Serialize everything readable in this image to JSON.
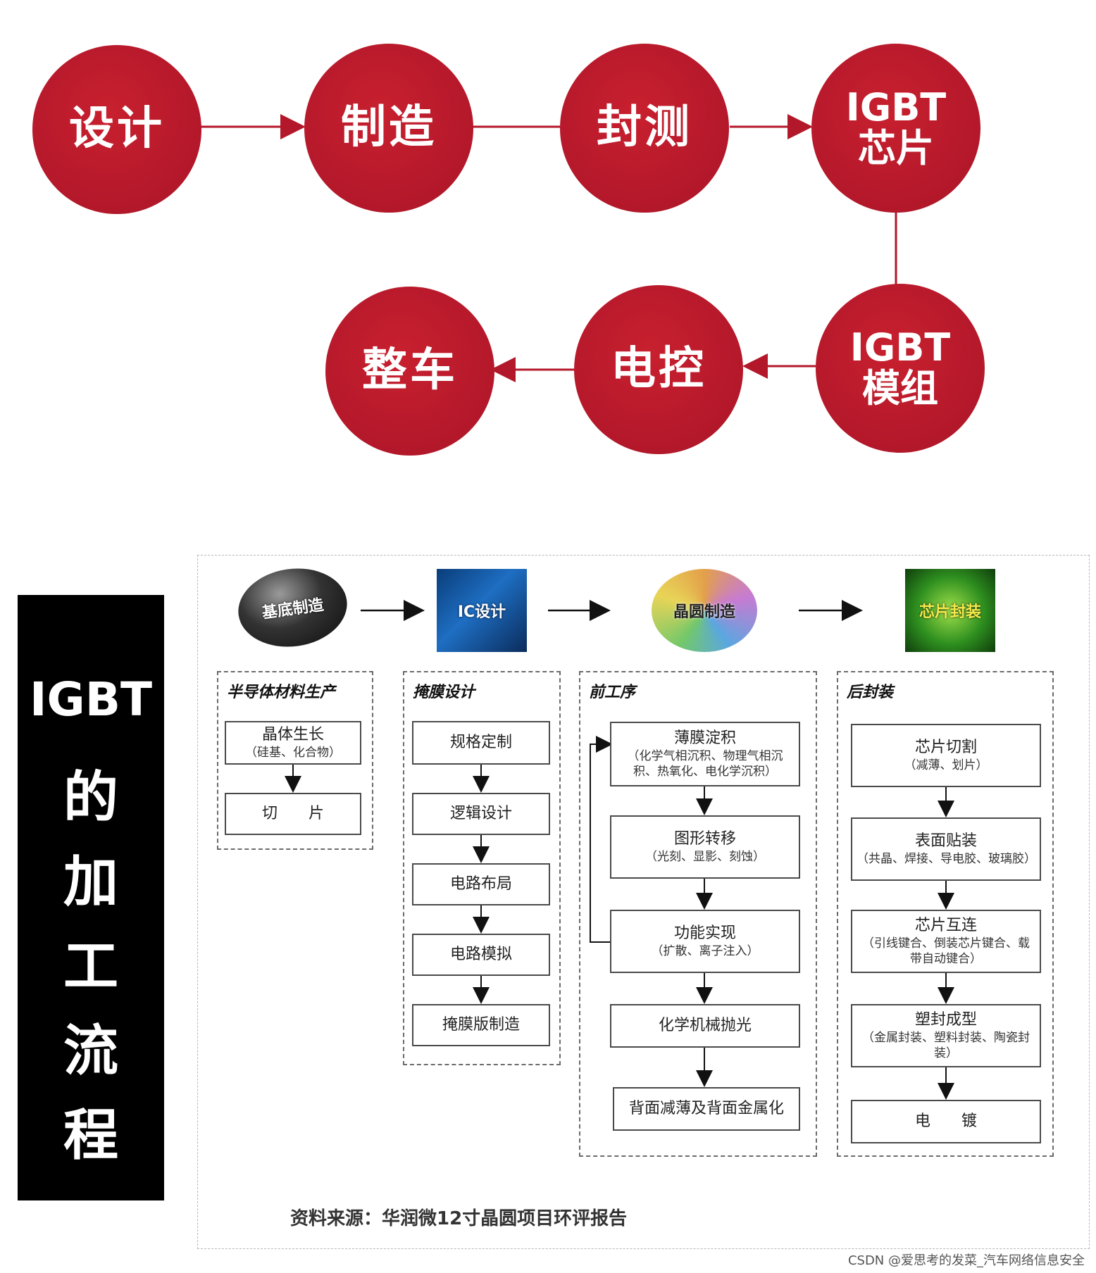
{
  "top_flow": {
    "row1": [
      {
        "id": "design",
        "lines": [
          "设计"
        ]
      },
      {
        "id": "manufacture",
        "lines": [
          "制造"
        ]
      },
      {
        "id": "package-test",
        "lines": [
          "封测"
        ]
      },
      {
        "id": "igbt-chip",
        "lines": [
          "IGBT",
          "芯片"
        ]
      }
    ],
    "row2": [
      {
        "id": "igbt-module",
        "lines": [
          "IGBT",
          "模组"
        ]
      },
      {
        "id": "motor-control",
        "lines": [
          "电控"
        ]
      },
      {
        "id": "vehicle",
        "lines": [
          "整车"
        ]
      }
    ],
    "color": "#b3182a"
  },
  "banner": {
    "title_latin": "IGBT",
    "chars": [
      "的",
      "加",
      "工",
      "流",
      "程"
    ]
  },
  "process": {
    "stages": [
      {
        "label": "基底制造",
        "icon": "wafer-disc-icon"
      },
      {
        "label": "IC设计",
        "icon": "circuit-chip-icon"
      },
      {
        "label": "晶圆制造",
        "icon": "wafer-grid-icon"
      },
      {
        "label": "芯片封装",
        "icon": "package-chip-icon"
      }
    ],
    "groups": [
      {
        "title": "半导体材料生产",
        "steps": [
          {
            "main": "晶体生长",
            "sub": "（硅基、化合物）"
          },
          {
            "main": "切　　片",
            "sub": ""
          }
        ]
      },
      {
        "title": "掩膜设计",
        "steps": [
          {
            "main": "规格定制",
            "sub": ""
          },
          {
            "main": "逻辑设计",
            "sub": ""
          },
          {
            "main": "电路布局",
            "sub": ""
          },
          {
            "main": "电路模拟",
            "sub": ""
          },
          {
            "main": "掩膜版制造",
            "sub": ""
          }
        ]
      },
      {
        "title": "前工序",
        "steps": [
          {
            "main": "薄膜淀积",
            "sub": "（化学气相沉积、物理气相沉积、热氧化、电化学沉积）"
          },
          {
            "main": "图形转移",
            "sub": "（光刻、显影、刻蚀）"
          },
          {
            "main": "功能实现",
            "sub": "（扩散、离子注入）"
          },
          {
            "main": "化学机械抛光",
            "sub": ""
          },
          {
            "main": "背面减薄及背面金属化",
            "sub": ""
          }
        ]
      },
      {
        "title": "后封装",
        "steps": [
          {
            "main": "芯片切割",
            "sub": "（减薄、划片）"
          },
          {
            "main": "表面贴装",
            "sub": "（共晶、焊接、导电胶、玻璃胶）"
          },
          {
            "main": "芯片互连",
            "sub": "（引线键合、倒装芯片键合、载带自动键合）"
          },
          {
            "main": "塑封成型",
            "sub": "（金属封装、塑料封装、陶瓷封装）"
          },
          {
            "main": "电　　镀",
            "sub": ""
          }
        ]
      }
    ],
    "source": "资料来源：华润微12寸晶圆项目环评报告"
  },
  "watermark": "CSDN @爱思考的发菜_汽车网络信息安全"
}
